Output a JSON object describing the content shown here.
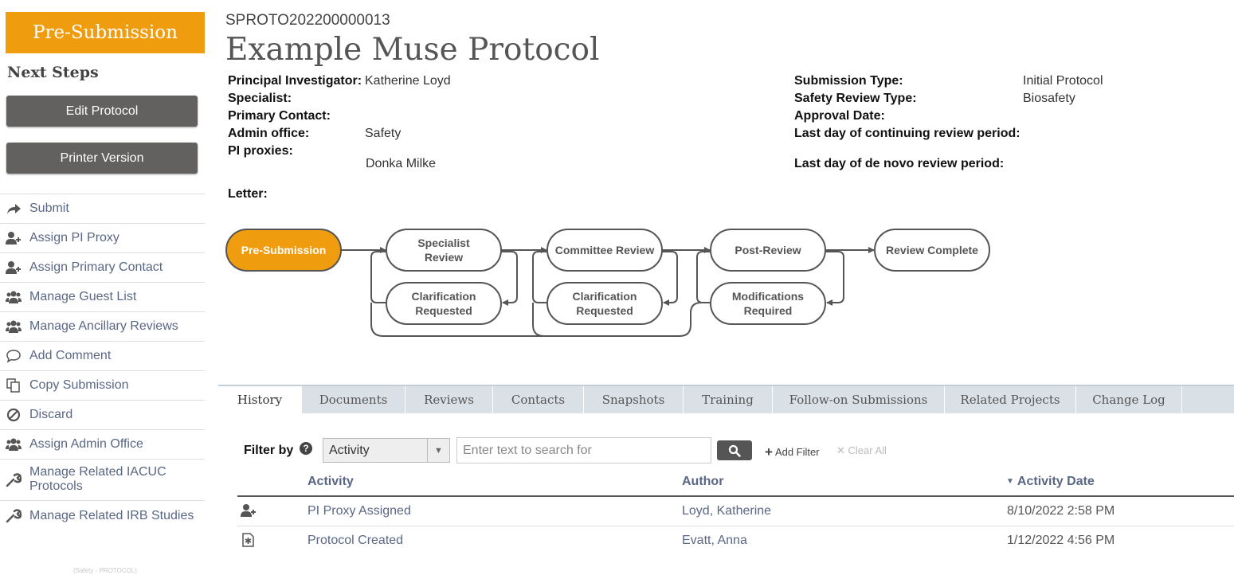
{
  "sidebar": {
    "state": "Pre-Submission",
    "next_steps": "Next Steps",
    "edit_button": "Edit Protocol",
    "printer_button": "Printer Version",
    "actions": [
      {
        "label": "Submit",
        "icon": "share-arrow-icon"
      },
      {
        "label": "Assign PI Proxy",
        "icon": "user-add-icon"
      },
      {
        "label": "Assign Primary Contact",
        "icon": "user-add-icon"
      },
      {
        "label": "Manage Guest List",
        "icon": "users-icon"
      },
      {
        "label": "Manage Ancillary Reviews",
        "icon": "users-icon"
      },
      {
        "label": "Add Comment",
        "icon": "comment-icon"
      },
      {
        "label": "Copy Submission",
        "icon": "copy-icon"
      },
      {
        "label": "Discard",
        "icon": "ban-icon"
      },
      {
        "label": "Assign Admin Office",
        "icon": "users-icon"
      },
      {
        "label": "Manage Related IACUC Protocols",
        "icon": "wrench-icon"
      },
      {
        "label": "Manage Related IRB Studies",
        "icon": "wrench-icon"
      }
    ],
    "footer": "(Safety - PROTOCOL)"
  },
  "header": {
    "id": "SPROTO202200000013",
    "title": "Example Muse Protocol",
    "fields_left": [
      {
        "label": "Principal Investigator:",
        "value": "Katherine Loyd"
      },
      {
        "label": "Specialist:",
        "value": ""
      },
      {
        "label": "Primary Contact:",
        "value": ""
      },
      {
        "label": "Admin office:",
        "value": "Safety"
      },
      {
        "label": "PI proxies:",
        "value": "Donka Milke"
      },
      {
        "label": "Letter:",
        "value": ""
      }
    ],
    "fields_right": [
      {
        "label": "Submission Type:",
        "value": "Initial Protocol"
      },
      {
        "label": "Safety Review Type:",
        "value": "Biosafety"
      },
      {
        "label": "Approval Date:",
        "value": ""
      },
      {
        "label": "Last day of continuing review period:",
        "value": ""
      },
      {
        "label": "Last day of de novo review period:",
        "value": ""
      }
    ]
  },
  "workflow": {
    "active_color": "#f09c0f",
    "states": {
      "pre_submission": "Pre-Submission",
      "specialist_review": [
        "Specialist",
        "Review"
      ],
      "clarification_1": [
        "Clarification",
        "Requested"
      ],
      "committee_review": "Committee Review",
      "clarification_2": [
        "Clarification",
        "Requested"
      ],
      "post_review": "Post-Review",
      "modifications_required": [
        "Modifications",
        "Required"
      ],
      "review_complete": "Review Complete"
    }
  },
  "tabs": [
    {
      "label": "History",
      "active": true
    },
    {
      "label": "Documents"
    },
    {
      "label": "Reviews"
    },
    {
      "label": "Contacts"
    },
    {
      "label": "Snapshots"
    },
    {
      "label": "Training"
    },
    {
      "label": "Follow-on Submissions"
    },
    {
      "label": "Related Projects"
    },
    {
      "label": "Change Log"
    }
  ],
  "filter": {
    "label": "Filter by",
    "help": "?",
    "selected": "Activity",
    "placeholder": "Enter text to search for",
    "add_filter": "Add Filter",
    "clear_all": "Clear All"
  },
  "history_table": {
    "columns": [
      "Activity",
      "Author",
      "Activity Date"
    ],
    "sort_column": "Activity Date",
    "rows": [
      {
        "activity": "PI Proxy Assigned",
        "author": "Loyd, Katherine",
        "date": "8/10/2022 2:58 PM",
        "icon": "user-add-icon"
      },
      {
        "activity": "Protocol Created",
        "author": "Evatt, Anna",
        "date": "1/12/2022 4:56 PM",
        "icon": "document-star-icon"
      }
    ]
  }
}
